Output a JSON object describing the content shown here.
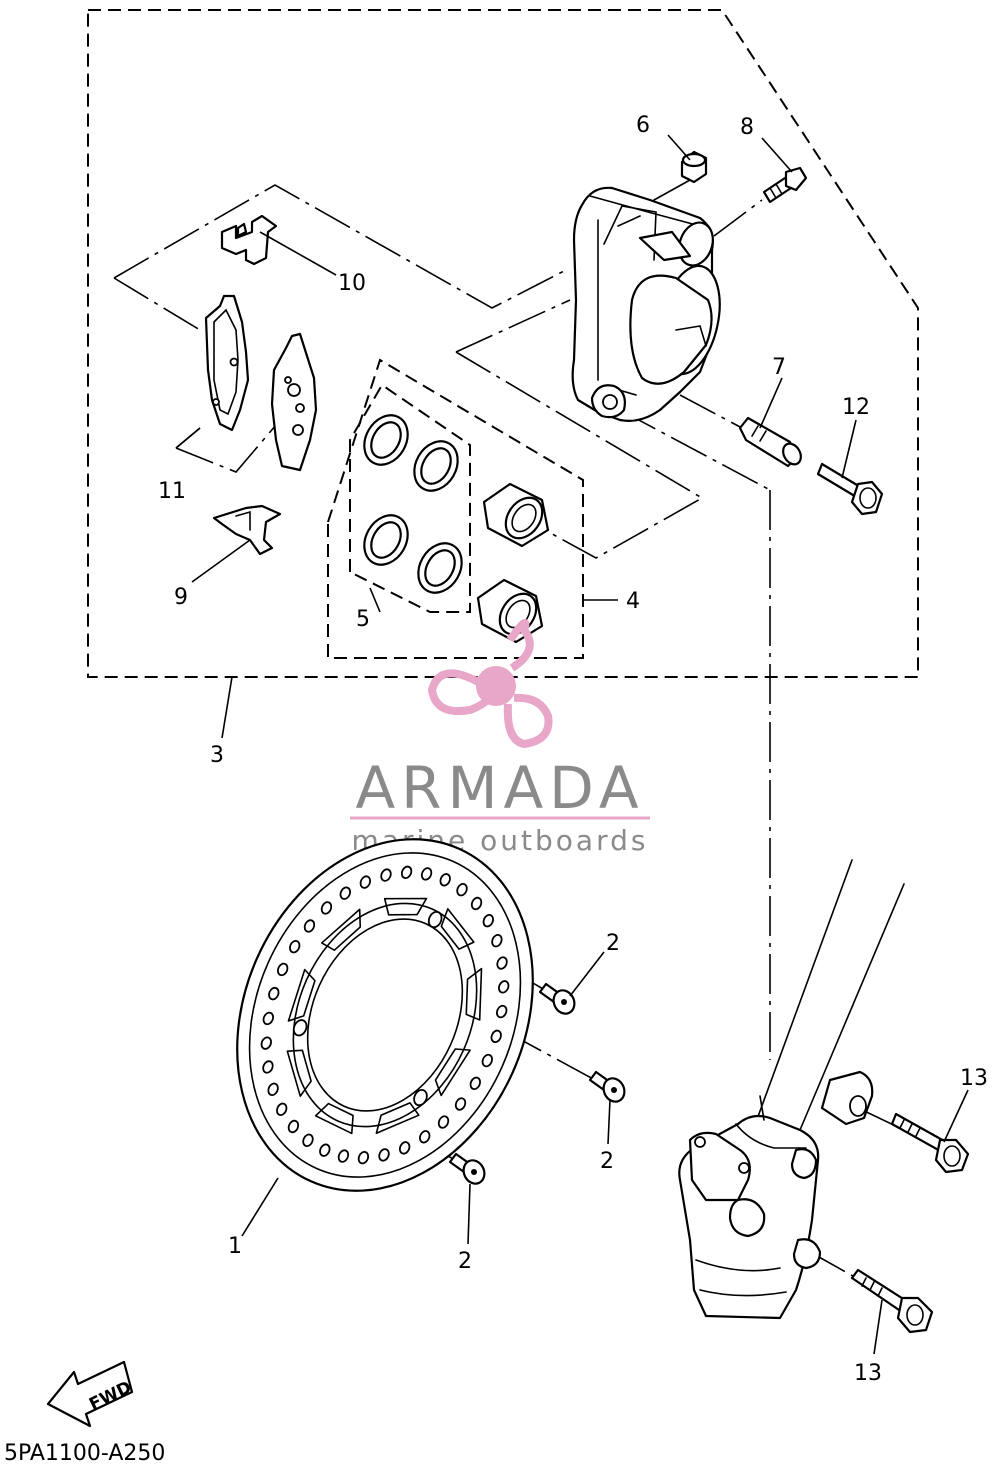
{
  "diagram": {
    "code": "5PA1100-A250",
    "direction_label": "FWD",
    "callouts": [
      {
        "id": "c1",
        "label": "1"
      },
      {
        "id": "c2a",
        "label": "2"
      },
      {
        "id": "c2b",
        "label": "2"
      },
      {
        "id": "c2c",
        "label": "2"
      },
      {
        "id": "c3",
        "label": "3"
      },
      {
        "id": "c4",
        "label": "4"
      },
      {
        "id": "c5",
        "label": "5"
      },
      {
        "id": "c6",
        "label": "6"
      },
      {
        "id": "c7",
        "label": "7"
      },
      {
        "id": "c8",
        "label": "8"
      },
      {
        "id": "c9",
        "label": "9"
      },
      {
        "id": "c10",
        "label": "10"
      },
      {
        "id": "c11",
        "label": "11"
      },
      {
        "id": "c12",
        "label": "12"
      },
      {
        "id": "c13a",
        "label": "13"
      },
      {
        "id": "c13b",
        "label": "13"
      }
    ]
  },
  "watermark": {
    "brand": "ARMADA",
    "tagline": "marine outboards",
    "brand_color": "#8a8a8a",
    "accent_color": "#e8a6c8",
    "logo_icon": "propeller-logo-icon"
  },
  "colors": {
    "line": "#000000",
    "background": "#ffffff"
  }
}
